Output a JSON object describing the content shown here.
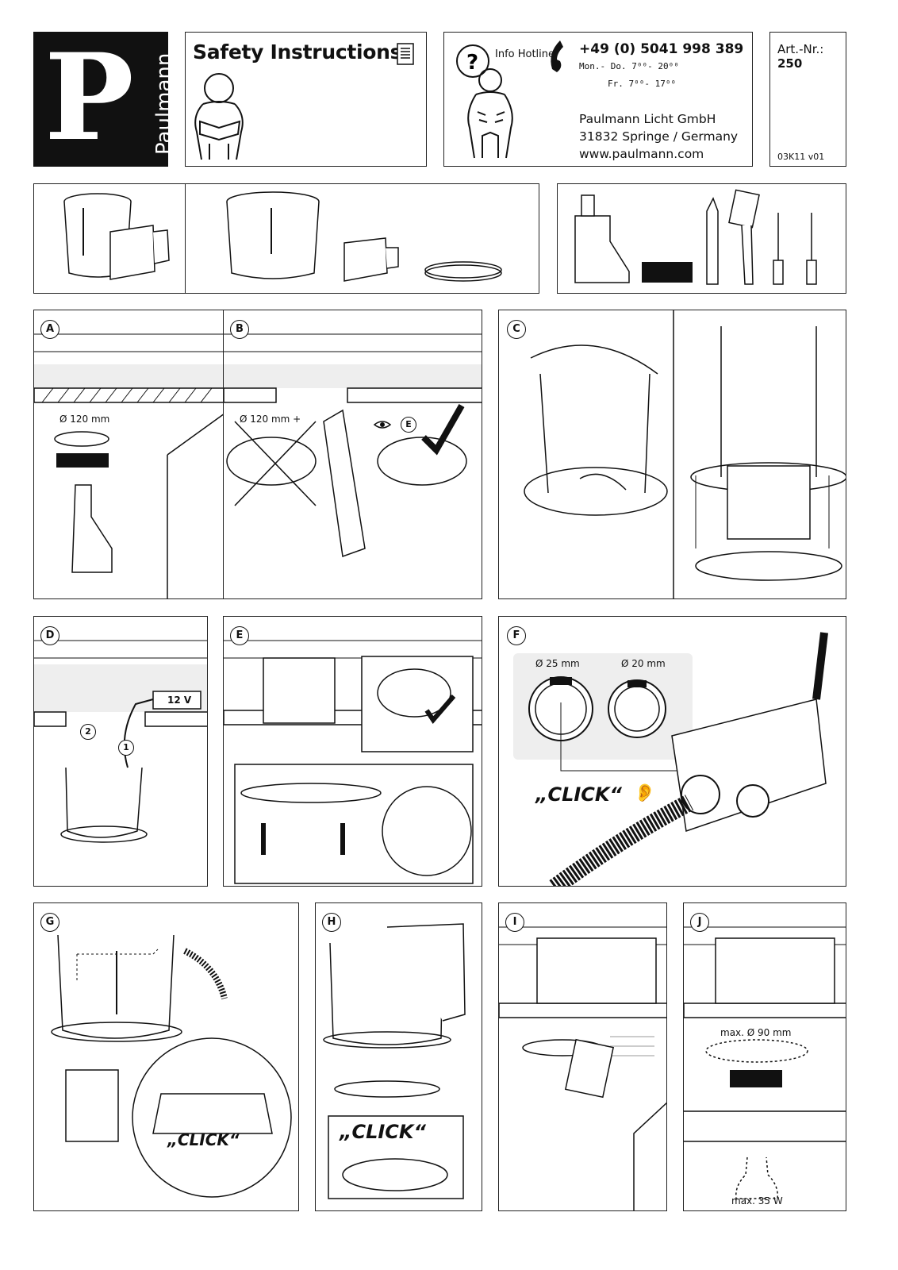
{
  "brand": {
    "letter": "P",
    "name": "Paulmann"
  },
  "safety": {
    "title": "Safety Instructions"
  },
  "hotline": {
    "label": "Info Hotline",
    "phone": "+49 (0) 5041 998 389",
    "hours_1": "Mon.- Do. 7⁰⁰- 20⁰⁰",
    "hours_2": "Fr.  7⁰⁰- 17⁰⁰",
    "company": "Paulmann Licht GmbH",
    "city": "31832 Springe / Germany",
    "web": "www.paulmann.com"
  },
  "article": {
    "label": "Art.-Nr.:",
    "number": "250",
    "version": "03K11 v01"
  },
  "steps": {
    "A": {
      "label": "A",
      "dim": "Ø 120 mm"
    },
    "B": {
      "label": "B",
      "dim": "Ø 120 mm +",
      "ref": "E"
    },
    "C": {
      "label": "C"
    },
    "D": {
      "label": "D",
      "voltage": "12 V",
      "n1": "1",
      "n2": "2"
    },
    "E": {
      "label": "E"
    },
    "F": {
      "label": "F",
      "d25": "Ø 25 mm",
      "d20": "Ø 20 mm",
      "click": "„CLICK“"
    },
    "G": {
      "label": "G",
      "click": "„CLICK“"
    },
    "H": {
      "label": "H",
      "click": "„CLICK“"
    },
    "I": {
      "label": "I"
    },
    "J": {
      "label": "J",
      "max_d": "max. Ø 90 mm",
      "max_w": "max. 35 W"
    }
  }
}
